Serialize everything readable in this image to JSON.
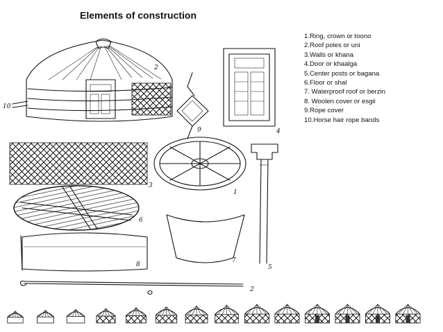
{
  "title": "Elements of construction",
  "legend": [
    "1.Ring, crown or toono",
    "2.Roof poles or uni",
    "3.Walls or khana",
    "4.Door or khaalga",
    "5.Center posts or bagana",
    "6.Floor or shal",
    "7. Waterproof roof or berzin",
    "8. Woolen cover or esgii",
    "9.Rope cover",
    "10.Horse hair rope bands"
  ],
  "callouts": [
    "2",
    "10",
    "9",
    "4",
    "3",
    "1",
    "6",
    "7",
    "5",
    "8",
    "2"
  ]
}
